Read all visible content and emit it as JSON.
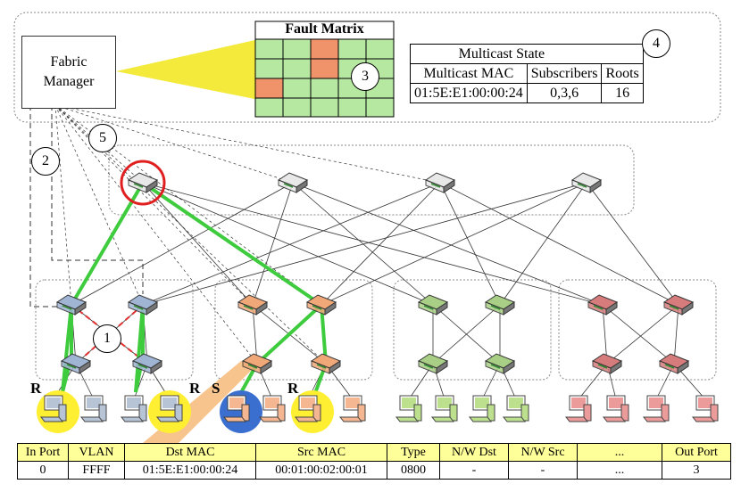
{
  "fabric_manager": {
    "line1": "Fabric",
    "line2": "Manager"
  },
  "fault_matrix": {
    "title": "Fault Matrix",
    "cells": [
      [
        "g",
        "g",
        "r",
        "g",
        "g"
      ],
      [
        "g",
        "g",
        "r",
        "g",
        "g"
      ],
      [
        "r",
        "g",
        "g",
        "g",
        "g"
      ],
      [
        "g",
        "g",
        "g",
        "g",
        "g"
      ]
    ],
    "colors": {
      "g": "#b6e8a2",
      "r": "#f0936a"
    }
  },
  "multicast_state": {
    "title": "Multicast State",
    "headers": [
      "Multicast MAC",
      "Subscribers",
      "Roots"
    ],
    "row": [
      "01:5E:E1:00:00:24",
      "0,3,6",
      "16"
    ]
  },
  "steps": {
    "s1": "1",
    "s2": "2",
    "s3": "3",
    "s4": "4",
    "s5": "5"
  },
  "host_tags": {
    "r1": "R",
    "r2": "R",
    "s": "S",
    "r3": "R"
  },
  "flow_table": {
    "headers": [
      "In Port",
      "VLAN",
      "Dst MAC",
      "Src MAC",
      "Type",
      "N/W Dst",
      "N/W Src",
      "...",
      "Out Port"
    ],
    "row": [
      "0",
      "FFFF",
      "01:5E:E1:00:00:24",
      "00:01:00:02:00:01",
      "0800",
      "-",
      "-",
      "...",
      "3"
    ]
  },
  "pod_colors": [
    "#9fb5d3",
    "#f0a878",
    "#a9cf86",
    "#d77c7c"
  ],
  "highlight_colors": {
    "tree": "#3ecc3e",
    "failed_link": "#e03030",
    "core_mark": "#e02020",
    "receiver": "#ffef33",
    "sender": "#3a6fd0"
  }
}
